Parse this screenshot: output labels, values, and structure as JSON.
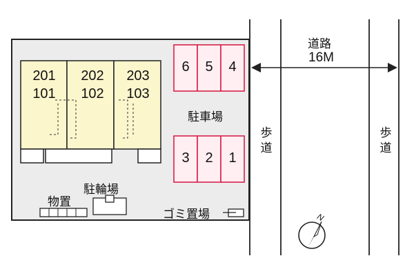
{
  "building": {
    "units": [
      {
        "upper": "201",
        "lower": "101"
      },
      {
        "upper": "202",
        "lower": "102"
      },
      {
        "upper": "203",
        "lower": "103"
      }
    ]
  },
  "parking": {
    "label": "駐車場",
    "top_row": [
      "6",
      "5",
      "4"
    ],
    "bottom_row": [
      "3",
      "2",
      "1"
    ]
  },
  "bicycle_parking_label": "駐輪場",
  "storage_label": "物置",
  "garbage_label": "ゴミ置場",
  "road": {
    "name": "道路",
    "width": "16M",
    "sidewalk_label": "歩道"
  },
  "compass_label": "N",
  "colors": {
    "site_fill": "#ececec",
    "building_fill": "#fbf6cc",
    "parking_border": "#d8204a",
    "parking_fill": "#ffeef2"
  }
}
